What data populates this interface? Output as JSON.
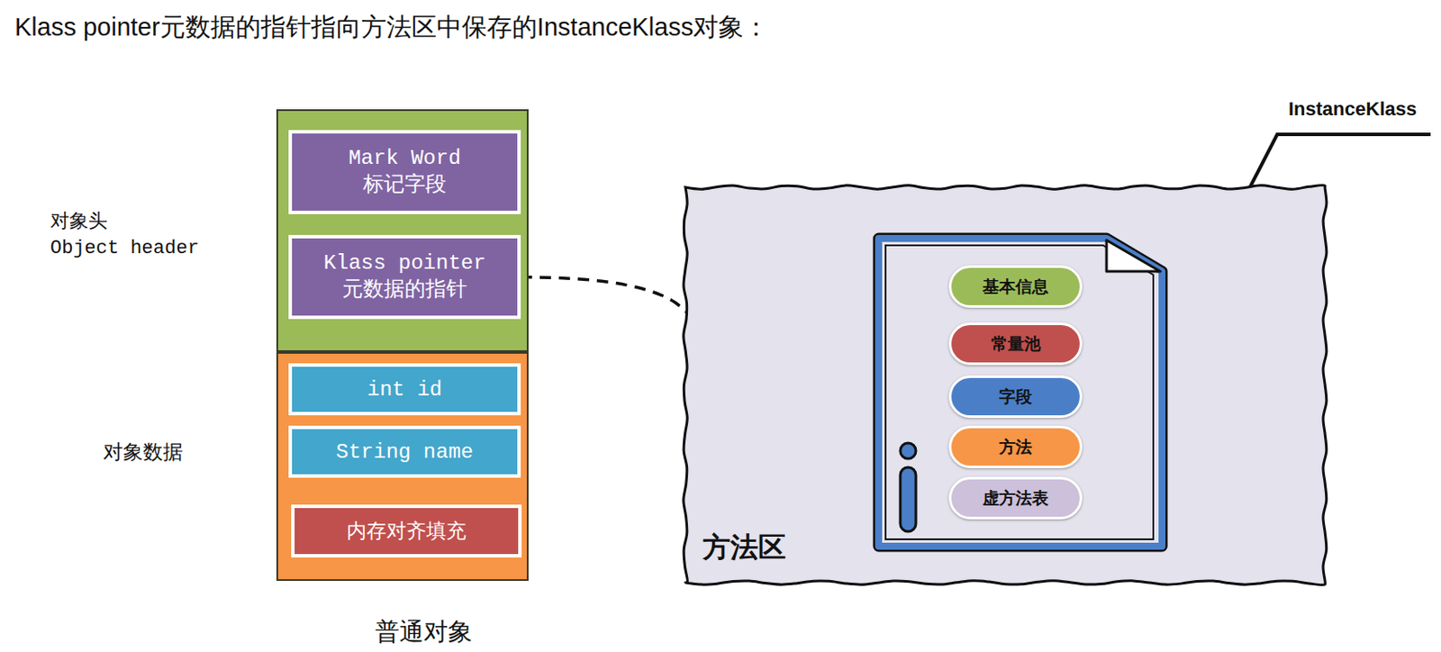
{
  "diagram": {
    "title": "Klass pointer元数据的指针指向方法区中保存的InstanceKlass对象：",
    "nodes": [
      {
        "text": [
          "对象头",
          "Object header"
        ]
      },
      {
        "text": [
          "Mark Word",
          "标记字段"
        ],
        "in": 0
      },
      {
        "text": [
          "Klass pointer",
          "元数据的指针"
        ],
        "in": 0
      },
      {
        "text": [
          "对象数据"
        ]
      },
      {
        "text": [
          "int id"
        ],
        "in": 3
      },
      {
        "text": [
          "String name"
        ],
        "in": 3
      },
      {
        "text": [
          "内存对齐填充"
        ],
        "in": 3
      },
      {
        "text": [
          "方法区"
        ]
      },
      {
        "text": [
          "InstanceKlass"
        ],
        "in": 7
      },
      {
        "text": [
          "基本信息"
        ],
        "in": 8
      },
      {
        "text": [
          "常量池"
        ],
        "in": 8
      },
      {
        "text": [
          "字段"
        ],
        "in": 8
      },
      {
        "text": [
          "方法"
        ],
        "in": 8
      },
      {
        "text": [
          "虚方法表"
        ],
        "in": 8
      }
    ],
    "edges": [
      {
        "from": 2,
        "to": 8,
        "arrow": "to"
      }
    ],
    "labels": [
      "普通对象"
    ]
  }
}
